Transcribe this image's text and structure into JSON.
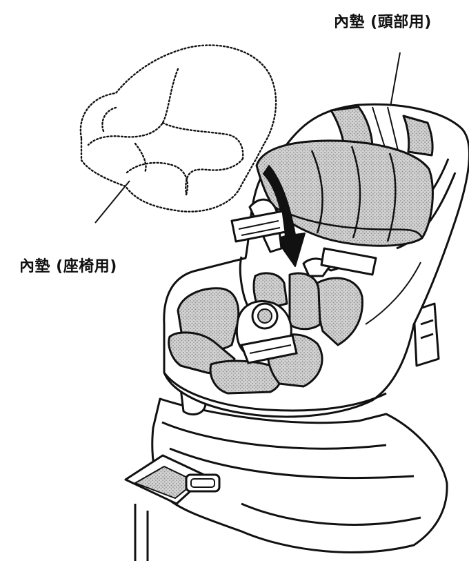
{
  "labels": {
    "head_insert": "內墊 (頭部用)",
    "seat_insert": "內墊 (座椅用)"
  },
  "colors": {
    "line": "#111111",
    "fabric_gray": "#c8c8c8",
    "fabric_dark": "#9a9a9a",
    "background": "#ffffff"
  },
  "icons": {
    "arrow": "insertion-arrow"
  }
}
